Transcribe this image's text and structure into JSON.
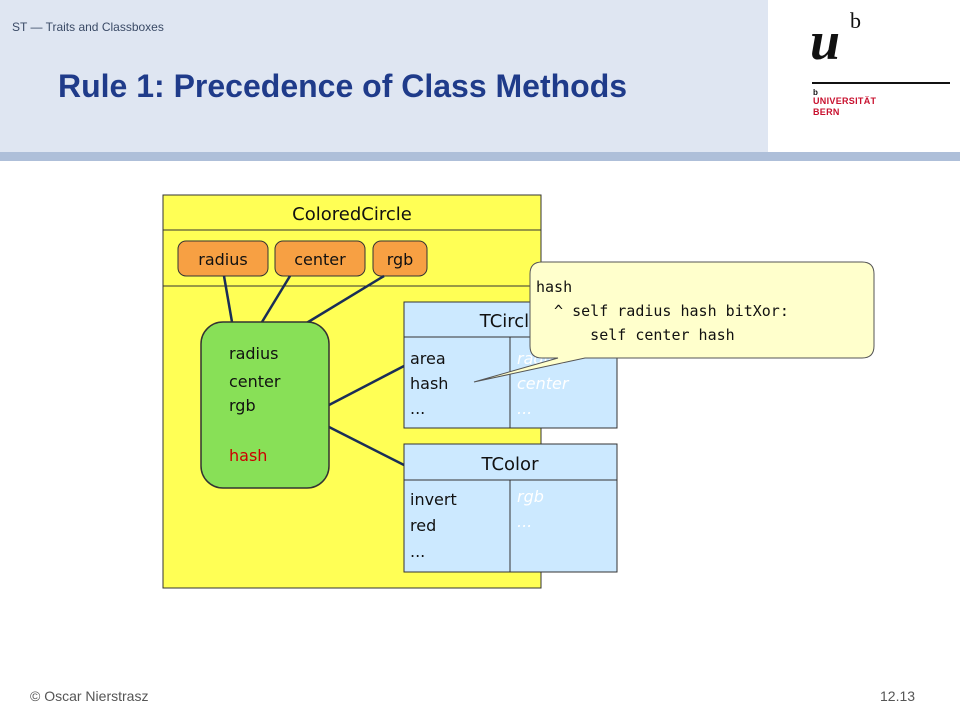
{
  "header": {
    "course": "ST — Traits and Classboxes",
    "title": "Rule 1: Precedence of Class Methods"
  },
  "logo": {
    "u": "u",
    "b": "b",
    "small_b": "b",
    "line1": "UNIVERSITÄT",
    "line2": "BERN"
  },
  "diagram": {
    "class_name": "ColoredCircle",
    "state_vars": [
      "radius",
      "center",
      "rgb"
    ],
    "methods": [
      "radius",
      "center",
      "rgb"
    ],
    "override_method": "hash",
    "trait_circle": {
      "name": "TCircle",
      "provided": [
        "area",
        "hash",
        "..."
      ],
      "required": [
        "radius",
        "center",
        "..."
      ]
    },
    "trait_color": {
      "name": "TColor",
      "provided": [
        "invert",
        "red",
        "..."
      ],
      "required": [
        "rgb",
        "..."
      ]
    },
    "callout": [
      "hash",
      "  ^ self radius hash bitXor:",
      "      self center hash"
    ]
  },
  "footer": {
    "copyright": "© Oscar Nierstrasz",
    "page": "12.13"
  },
  "colors": {
    "class_fill": "#ffff55",
    "state_fill": "#f7a043",
    "trait_fill": "#cce9ff",
    "composite_fill": "#88e057",
    "callout_fill": "#ffffcc",
    "title": "#1f3b8a",
    "override": "#cc0000"
  }
}
